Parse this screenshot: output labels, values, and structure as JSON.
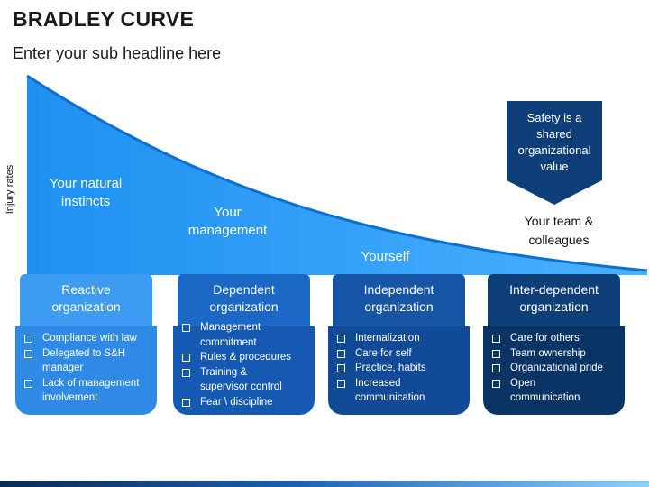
{
  "title": "BRADLEY CURVE",
  "subtitle": "Enter your sub headline here",
  "y_axis_label": "Injury rates",
  "curve_labels": {
    "natural": [
      "Your natural",
      "instincts"
    ],
    "management": [
      "Your",
      "management"
    ],
    "yourself": "Yourself"
  },
  "callout": [
    "Safety is a",
    "shared",
    "organizational",
    "value"
  ],
  "team": [
    "Your team &",
    "colleagues"
  ],
  "columns": [
    {
      "title": [
        "Reactive",
        "organization"
      ],
      "items": [
        [
          "Compliance with law"
        ],
        [
          "Delegated to S&H",
          "manager"
        ],
        [
          "Lack of management",
          "involvement"
        ]
      ]
    },
    {
      "title": [
        "Dependent",
        "organization"
      ],
      "items": [
        [
          "Management",
          "commitment"
        ],
        [
          "Rules & procedures"
        ],
        [
          "Training &",
          "supervisor control"
        ],
        [
          "Fear \\ discipline"
        ]
      ]
    },
    {
      "title": [
        "Independent",
        "organization"
      ],
      "items": [
        [
          "Internalization"
        ],
        [
          "Care for self"
        ],
        [
          "Practice, habits"
        ],
        [
          "Increased",
          "communication"
        ]
      ]
    },
    {
      "title": [
        "Inter-dependent",
        "organization"
      ],
      "items": [
        [
          "Care for others"
        ],
        [
          "Team ownership"
        ],
        [
          "Organizational pride"
        ],
        [
          "Open",
          "communication"
        ]
      ]
    }
  ],
  "colors": {
    "curve_light": "#6ec6ff",
    "curve_dark": "#1a8fec",
    "col1_tab": "#3d9cf2",
    "col1_body": "#2f8ae6",
    "col2_tab": "#1b68c6",
    "col2_body": "#1559b3",
    "col3_tab": "#1756a6",
    "col3_body": "#114a96",
    "col4_tab": "#0f3f78",
    "col4_body": "#0b3466",
    "callout": "#0f3f78"
  }
}
